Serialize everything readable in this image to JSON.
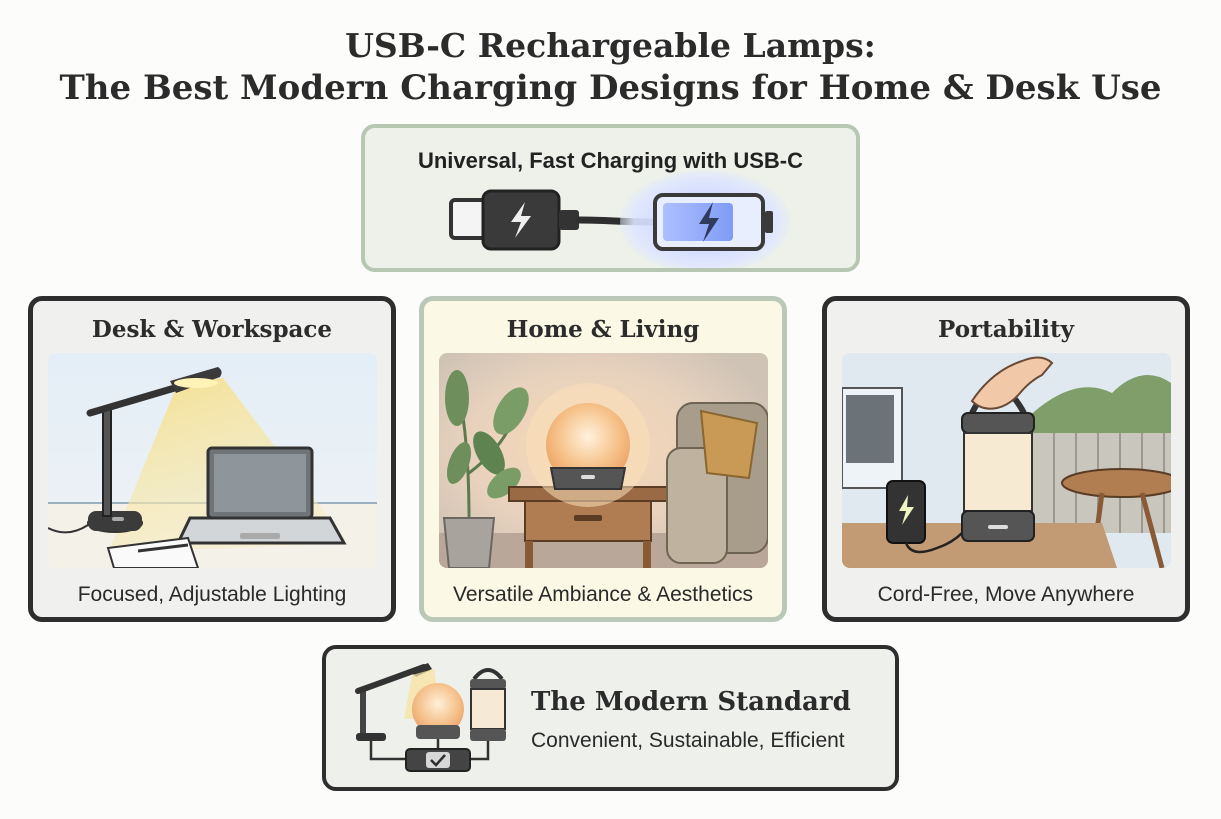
{
  "title": {
    "line1": "USB-C Rechargeable Lamps:",
    "line2": "The Best Modern Charging Designs for Home & Desk Use"
  },
  "usb_panel": {
    "heading": "Universal, Fast Charging with USB-C",
    "icons": [
      "usb-c-plug-icon",
      "lightning-icon",
      "battery-charging-icon"
    ]
  },
  "cards": [
    {
      "heading": "Desk & Workspace",
      "caption": "Focused, Adjustable Lighting",
      "illustration": "desk-lamp-laptop-scene"
    },
    {
      "heading": "Home & Living",
      "caption": "Versatile Ambiance & Aesthetics",
      "illustration": "orb-lamp-living-room-scene"
    },
    {
      "heading": "Portability",
      "caption": "Cord-Free, Move Anywhere",
      "illustration": "lantern-outdoor-scene"
    }
  ],
  "standard": {
    "heading": "The Modern Standard",
    "subheading": "Convenient, Sustainable, Efficient",
    "icons": [
      "desk-lamp-icon",
      "orb-lamp-icon",
      "lantern-icon",
      "checkmark-charger-icon"
    ]
  },
  "colors": {
    "accent_green": "#b7c7b1",
    "dark_border": "#2e2e2e",
    "warm_glow": "#f5c77a",
    "charge_blue": "#8aa9ff"
  }
}
